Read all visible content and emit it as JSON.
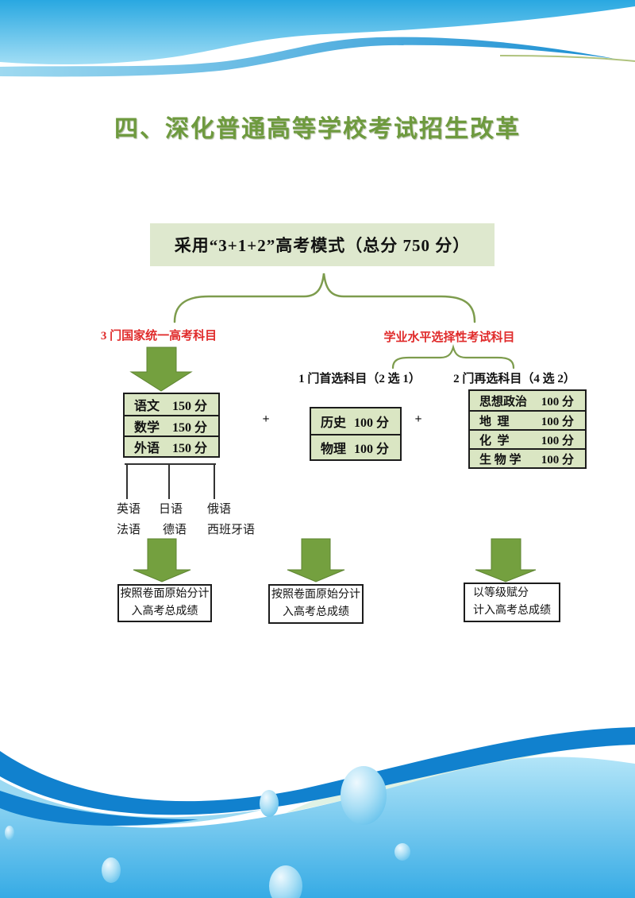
{
  "title": "四、深化普通高等学校考试招生改革",
  "model_box": "采用“3+1+2”高考模式（总分 750 分）",
  "branch_labels": {
    "left": "3 门国家统一高考科目",
    "right": "学业水平选择性考试科目"
  },
  "sub_labels": {
    "first": "1 门首选科目（2 选 1）",
    "second": "2 门再选科目（4 选 2）"
  },
  "plus": "+",
  "tables": {
    "unified": {
      "rows": [
        {
          "subject": "语文",
          "score": "150 分"
        },
        {
          "subject": "数学",
          "score": "150 分"
        },
        {
          "subject": "外语",
          "score": "150 分"
        }
      ]
    },
    "first_choice": {
      "rows": [
        {
          "subject": "历史",
          "score": "100 分"
        },
        {
          "subject": "物理",
          "score": "100 分"
        }
      ]
    },
    "re_choice": {
      "rows": [
        {
          "subject": "思想政治",
          "score": "100 分"
        },
        {
          "subject": "地  理",
          "score": "100 分"
        },
        {
          "subject": "化  学",
          "score": "100 分"
        },
        {
          "subject": "生 物 学",
          "score": "100 分"
        }
      ]
    }
  },
  "languages": {
    "row1": [
      "英语",
      "日语",
      "俄语"
    ],
    "row2": [
      "法语",
      "德语",
      "西班牙语"
    ]
  },
  "result_boxes": [
    {
      "line1": "按照卷面原始分计",
      "line2": "入高考总成绩"
    },
    {
      "line1": "按照卷面原始分计",
      "line2": "入高考总成绩"
    },
    {
      "line1": "以等级赋分",
      "line2": "计入高考总成绩"
    }
  ],
  "colors": {
    "title_green": "#6e9a3e",
    "brace_green": "#7d9c4d",
    "arrow_green": "#74a03f",
    "table_fill": "#dae6c3",
    "highlight_red": "#e02b2b",
    "model_box_fill": "#dee8ce",
    "wave_blue_dark": "#1181ce",
    "wave_blue_body": "#36abe5"
  }
}
